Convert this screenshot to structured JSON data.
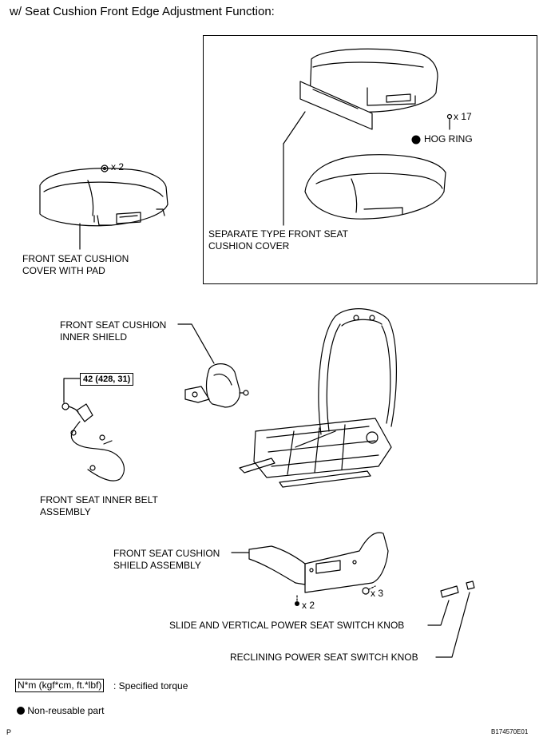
{
  "title": "w/ Seat Cushion Front Edge Adjustment Function:",
  "labels": {
    "cushion_cover_with_pad": "FRONT SEAT CUSHION\nCOVER WITH PAD",
    "separate_type_cover": "SEPARATE TYPE FRONT SEAT\nCUSHION COVER",
    "hog_ring": "HOG RING",
    "hog_ring_qty": "x 17",
    "clip_qty": "x 2",
    "inner_shield": "FRONT SEAT CUSHION\nINNER SHIELD",
    "inner_belt": "FRONT SEAT INNER BELT\nASSEMBLY",
    "shield_assembly": "FRONT SEAT CUSHION\nSHIELD ASSEMBLY",
    "screw_qty_a": "x 2",
    "screw_qty_b": "x 3",
    "slide_knob": "SLIDE AND VERTICAL POWER SEAT SWITCH KNOB",
    "reclining_knob": "RECLINING POWER SEAT SWITCH KNOB"
  },
  "torque": "42 (428, 31)",
  "legend": {
    "torque_unit": "N*m (kgf*cm, ft.*lbf)",
    "torque_desc": ": Specified torque",
    "non_reusable": "Non-reusable part"
  },
  "footer": {
    "left": "P",
    "code": "B174570E01"
  }
}
